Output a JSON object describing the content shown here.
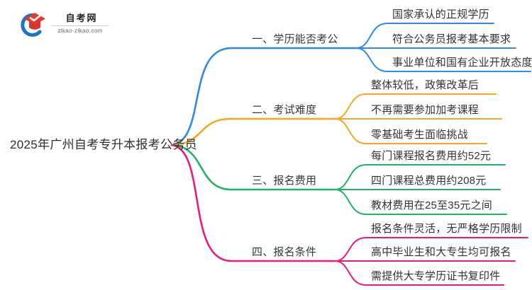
{
  "logo": {
    "title": "自考网",
    "subtitle": "zikao-zikao.com"
  },
  "root": {
    "label": "2025年广州自考专升本报考公务员"
  },
  "colors": {
    "branch1": "#2e8ae6",
    "branch2": "#f5a623",
    "branch3": "#22b266",
    "branch4": "#ed1a78",
    "logo_blue": "#1b74c5",
    "logo_red": "#e0392f"
  },
  "branches": [
    {
      "label": "一、学历能否考公",
      "color": "#2e8ae6",
      "children": [
        "国家承认的正规学历",
        "符合公务员报考基本要求",
        "事业单位和国有企业开放态度"
      ]
    },
    {
      "label": "二、考试难度",
      "color": "#f5a623",
      "children": [
        "整体较低，政策改革后",
        "不再需要参加加考课程",
        "零基础考生面临挑战"
      ]
    },
    {
      "label": "三、报名费用",
      "color": "#22b266",
      "children": [
        "每门课程报名费用约52元",
        "四门课程总费用约208元",
        "教材费用在25至35元之间"
      ]
    },
    {
      "label": "四、报名条件",
      "color": "#ed1a78",
      "children": [
        "报名条件灵活，无严格学历限制",
        "高中毕业生和大专生均可报名",
        "需提供大专学历证书复印件"
      ]
    }
  ]
}
